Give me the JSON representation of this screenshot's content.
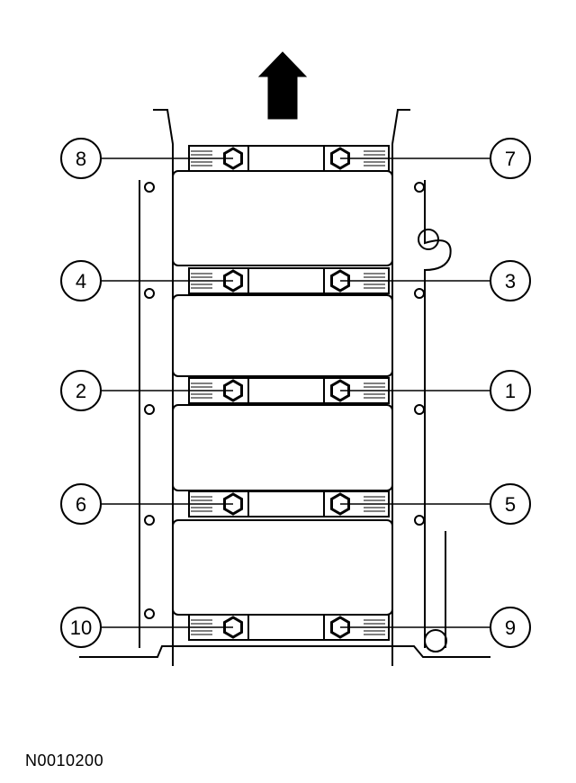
{
  "figure_id": "N0010200",
  "direction_arrow": "up-arrow",
  "callouts": [
    {
      "label": "1",
      "side": "right",
      "row": 2
    },
    {
      "label": "2",
      "side": "left",
      "row": 2
    },
    {
      "label": "3",
      "side": "right",
      "row": 1
    },
    {
      "label": "4",
      "side": "left",
      "row": 1
    },
    {
      "label": "5",
      "side": "right",
      "row": 3
    },
    {
      "label": "6",
      "side": "left",
      "row": 3
    },
    {
      "label": "7",
      "side": "right",
      "row": 0
    },
    {
      "label": "8",
      "side": "left",
      "row": 0
    },
    {
      "label": "9",
      "side": "right",
      "row": 4
    },
    {
      "label": "10",
      "side": "left",
      "row": 4
    }
  ]
}
